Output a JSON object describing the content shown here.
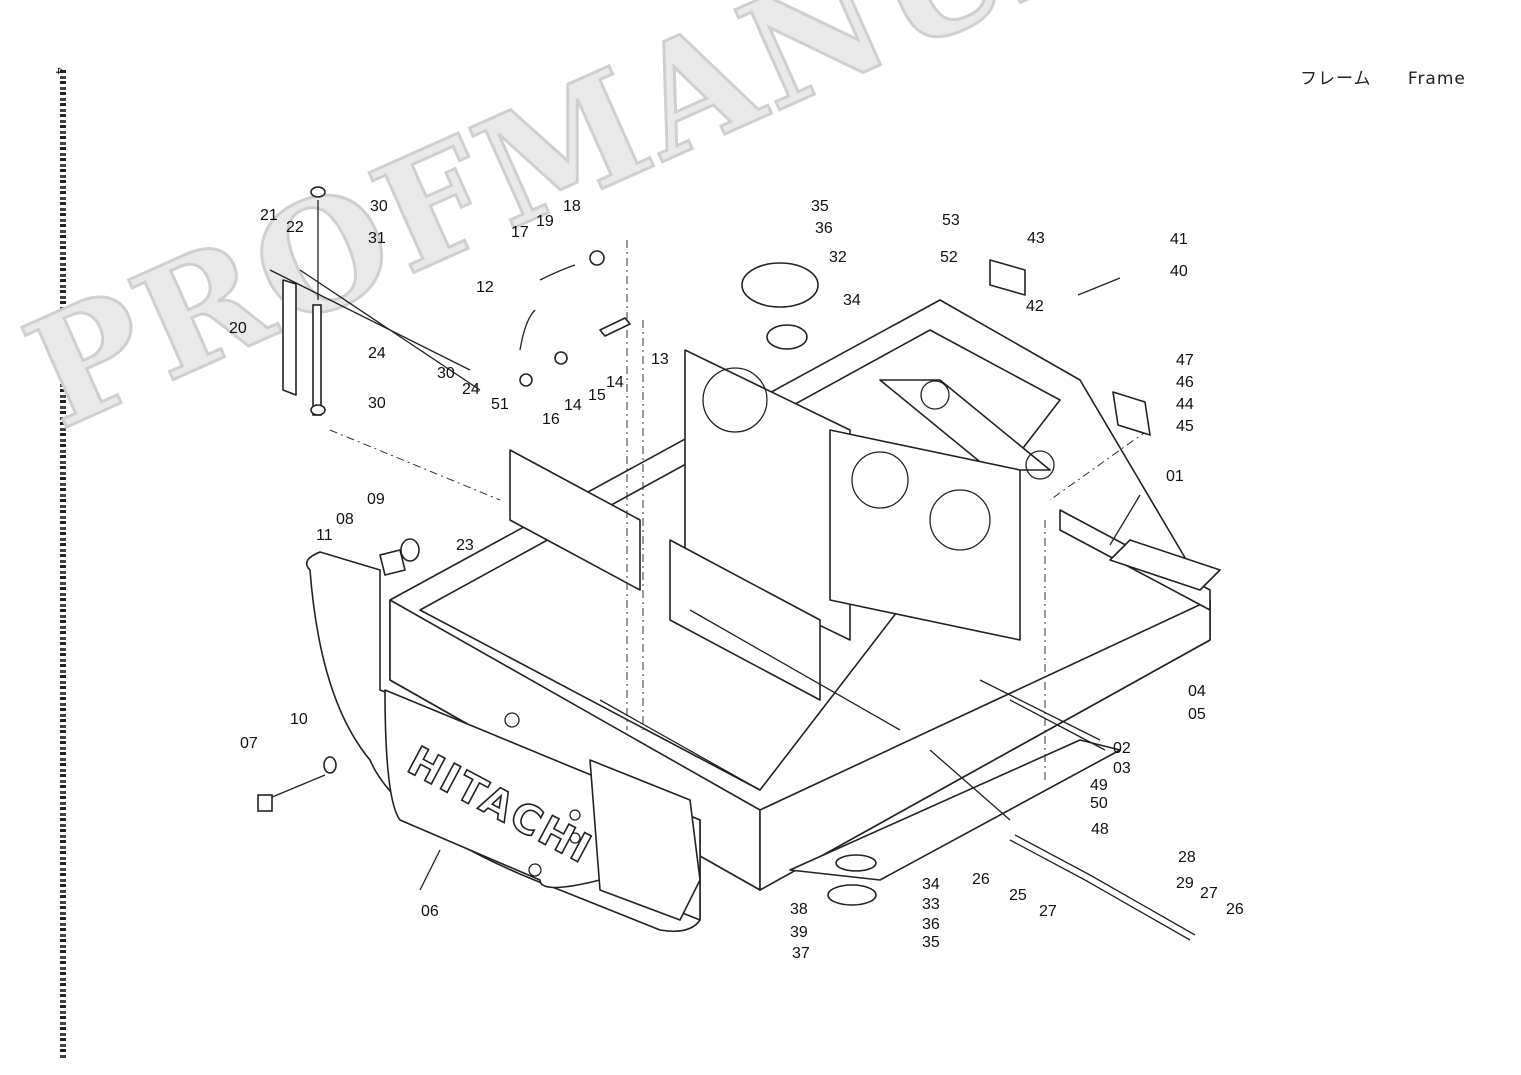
{
  "header": {
    "title_jp": "フレーム",
    "title_en": "Frame",
    "page_number": "4"
  },
  "watermark": "PROFMANUAL",
  "brand_plate": "HITACHI",
  "callouts": [
    "01",
    "02",
    "03",
    "04",
    "05",
    "06",
    "07",
    "08",
    "09",
    "10",
    "11",
    "12",
    "13",
    "14",
    "14",
    "15",
    "16",
    "17",
    "18",
    "19",
    "20",
    "21",
    "22",
    "23",
    "24",
    "24",
    "25",
    "26",
    "26",
    "27",
    "27",
    "28",
    "29",
    "30",
    "30",
    "30",
    "31",
    "32",
    "33",
    "34",
    "34",
    "35",
    "35",
    "36",
    "36",
    "37",
    "38",
    "39",
    "40",
    "41",
    "42",
    "43",
    "44",
    "45",
    "46",
    "47",
    "48",
    "49",
    "50",
    "51",
    "52",
    "53"
  ]
}
